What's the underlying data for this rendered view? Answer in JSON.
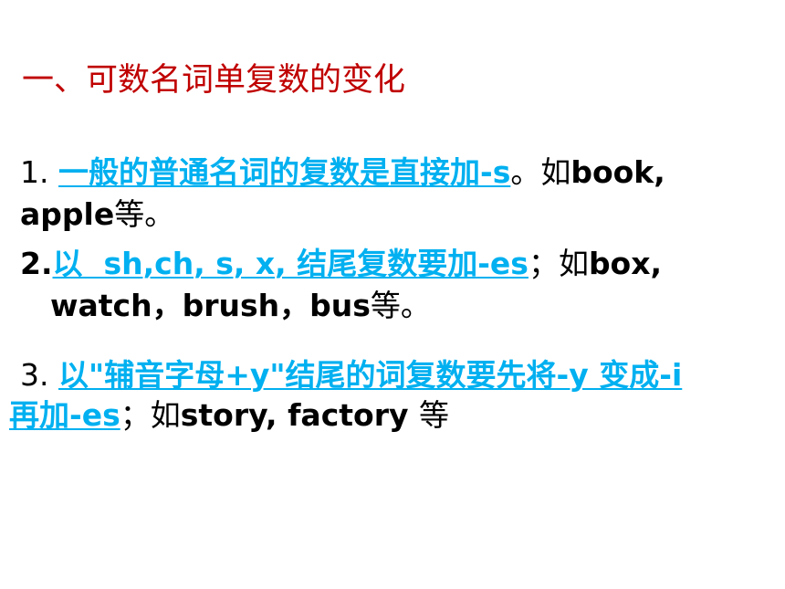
{
  "title": "一、可数名词单复数的变化",
  "colors": {
    "title": "#c00000",
    "link": "#00b0f0",
    "body": "#000000"
  },
  "rules": [
    {
      "number": "1.",
      "link_text": "一般的普通名词的复数是直接加-s",
      "after_link": "。如",
      "examples_line1": "book,",
      "examples_line2": "apple",
      "suffix": "等。"
    },
    {
      "number": "2.",
      "link_text": "以  sh,ch, s, x, 结尾复数要加-es",
      "after_link": "；如",
      "examples_line1": "box,",
      "examples_line2": "watch，brush，bus",
      "suffix": "等。"
    },
    {
      "number": "3.",
      "link_text_line1": "以\"辅音字母+y\"结尾的词复数要先将-y 变成-i",
      "link_text_line2": "再加-es",
      "after_link": "；如",
      "examples": "story, factory ",
      "suffix": "等"
    }
  ]
}
